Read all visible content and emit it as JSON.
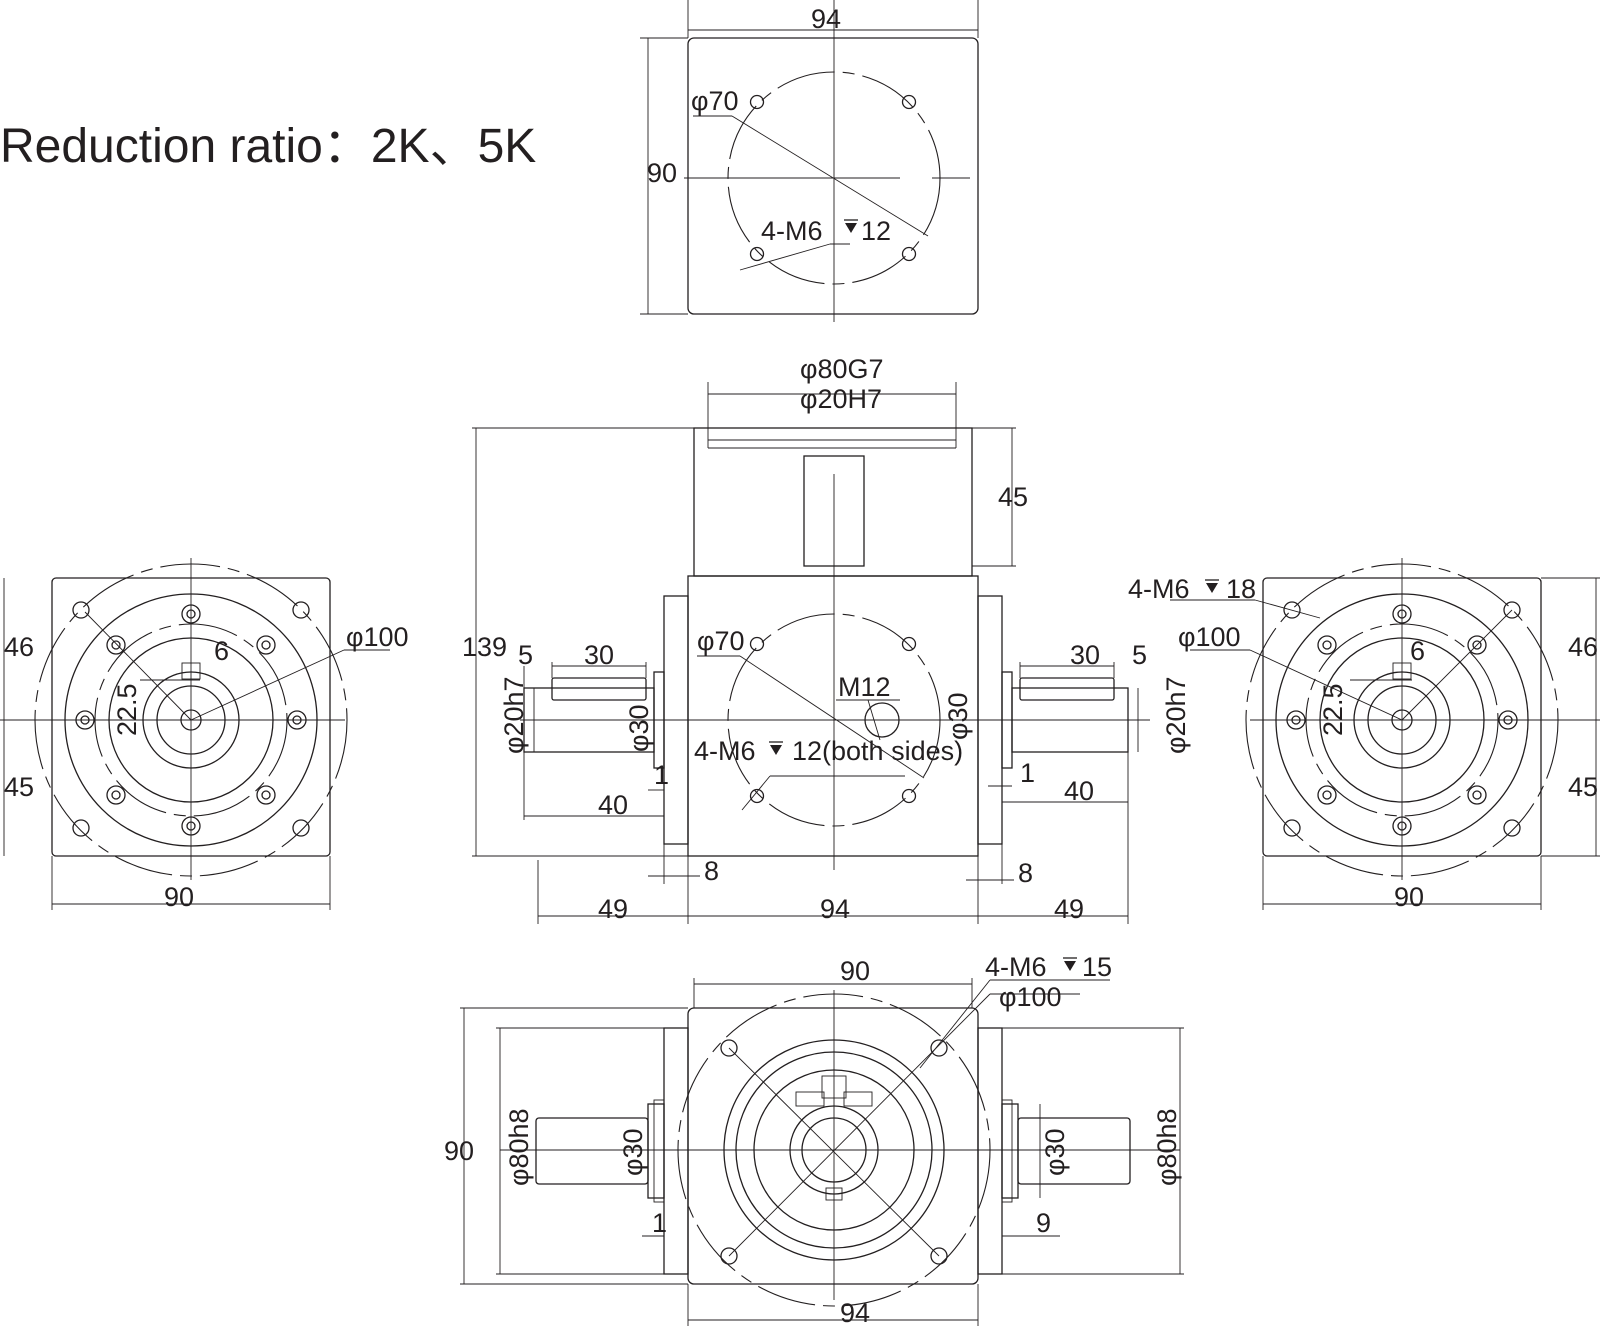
{
  "title": "Reduction ratio：2K、5K",
  "top_view": {
    "width": "94",
    "height": "90",
    "pcd": "φ70",
    "holes": "4-M6",
    "depth": "12"
  },
  "front_view": {
    "output_bore_pilot": "φ80G7",
    "output_bore": "φ20H7",
    "output_depth": "45",
    "overall_height": "139",
    "pcd": "φ70",
    "center_thread": "M12",
    "holes": "4-M6",
    "holes_depth": "12(both sides)",
    "left": {
      "shoulder": "5",
      "key_length": "30",
      "shaft_dia": "φ20h7",
      "hub_dia": "φ30",
      "gap": "1",
      "shaft_length": "40",
      "flange": "8",
      "overall": "49"
    },
    "right": {
      "shoulder": "5",
      "key_length": "30",
      "shaft_dia": "φ20h7",
      "hub_dia": "φ30",
      "gap": "1",
      "shaft_length": "40",
      "flange": "8",
      "overall": "49"
    },
    "body_width": "94"
  },
  "left_view": {
    "upper": "46",
    "lower": "45",
    "key_width": "6",
    "key_height": "22.5",
    "outer_dia": "φ100",
    "width": "90"
  },
  "right_view": {
    "upper": "46",
    "lower": "45",
    "key_width": "6",
    "key_height": "22.5",
    "outer_dia": "φ100",
    "holes": "4-M6",
    "depth": "18",
    "width": "90"
  },
  "bottom_view": {
    "top_width": "90",
    "holes": "4-M6",
    "depth": "15",
    "outer_dia": "φ100",
    "height": "90",
    "left_pilot": "φ80h8",
    "left_hub": "φ30",
    "left_gap": "1",
    "right_hub": "φ30",
    "right_pilot": "φ80h8",
    "right_gap": "9",
    "bottom_width": "94"
  }
}
